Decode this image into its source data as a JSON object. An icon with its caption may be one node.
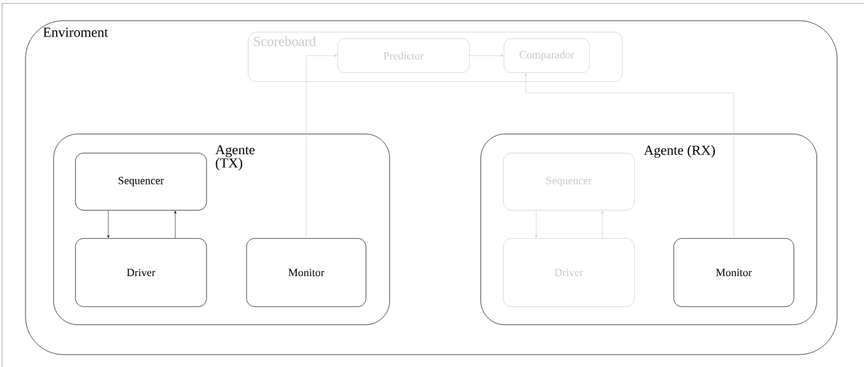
{
  "diagram": {
    "nodes": [
      {
        "text": [
          "Enviroment"
        ]
      },
      {
        "text": [
          "Scoreboard"
        ],
        "in": 0
      },
      {
        "text": [
          "Predictor"
        ],
        "in": 1
      },
      {
        "text": [
          "Comparador"
        ],
        "in": 1
      },
      {
        "text": [
          "Agente (TX)"
        ],
        "in": 0
      },
      {
        "text": [
          "Sequencer"
        ],
        "in": 4
      },
      {
        "text": [
          "Driver"
        ],
        "in": 4
      },
      {
        "text": [
          "Monitor"
        ],
        "in": 4
      },
      {
        "text": [
          "Agente (RX)"
        ],
        "in": 0
      },
      {
        "text": [
          "Sequencer"
        ],
        "in": 8
      },
      {
        "text": [
          "Driver"
        ],
        "in": 8
      },
      {
        "text": [
          "Monitor"
        ],
        "in": 8
      }
    ],
    "edges": [
      {
        "from": 5,
        "to": 6,
        "arrow": "to",
        "color": "#000000"
      },
      {
        "from": 6,
        "to": 5,
        "arrow": "to",
        "color": "#000000"
      },
      {
        "from": 7,
        "to": 2,
        "arrow": "to"
      },
      {
        "from": 2,
        "to": 3,
        "arrow": "to"
      },
      {
        "from": 11,
        "to": 3,
        "arrow": "to"
      },
      {
        "from": 9,
        "to": 10,
        "arrow": "to"
      },
      {
        "from": 10,
        "to": 9,
        "arrow": "to"
      }
    ]
  }
}
